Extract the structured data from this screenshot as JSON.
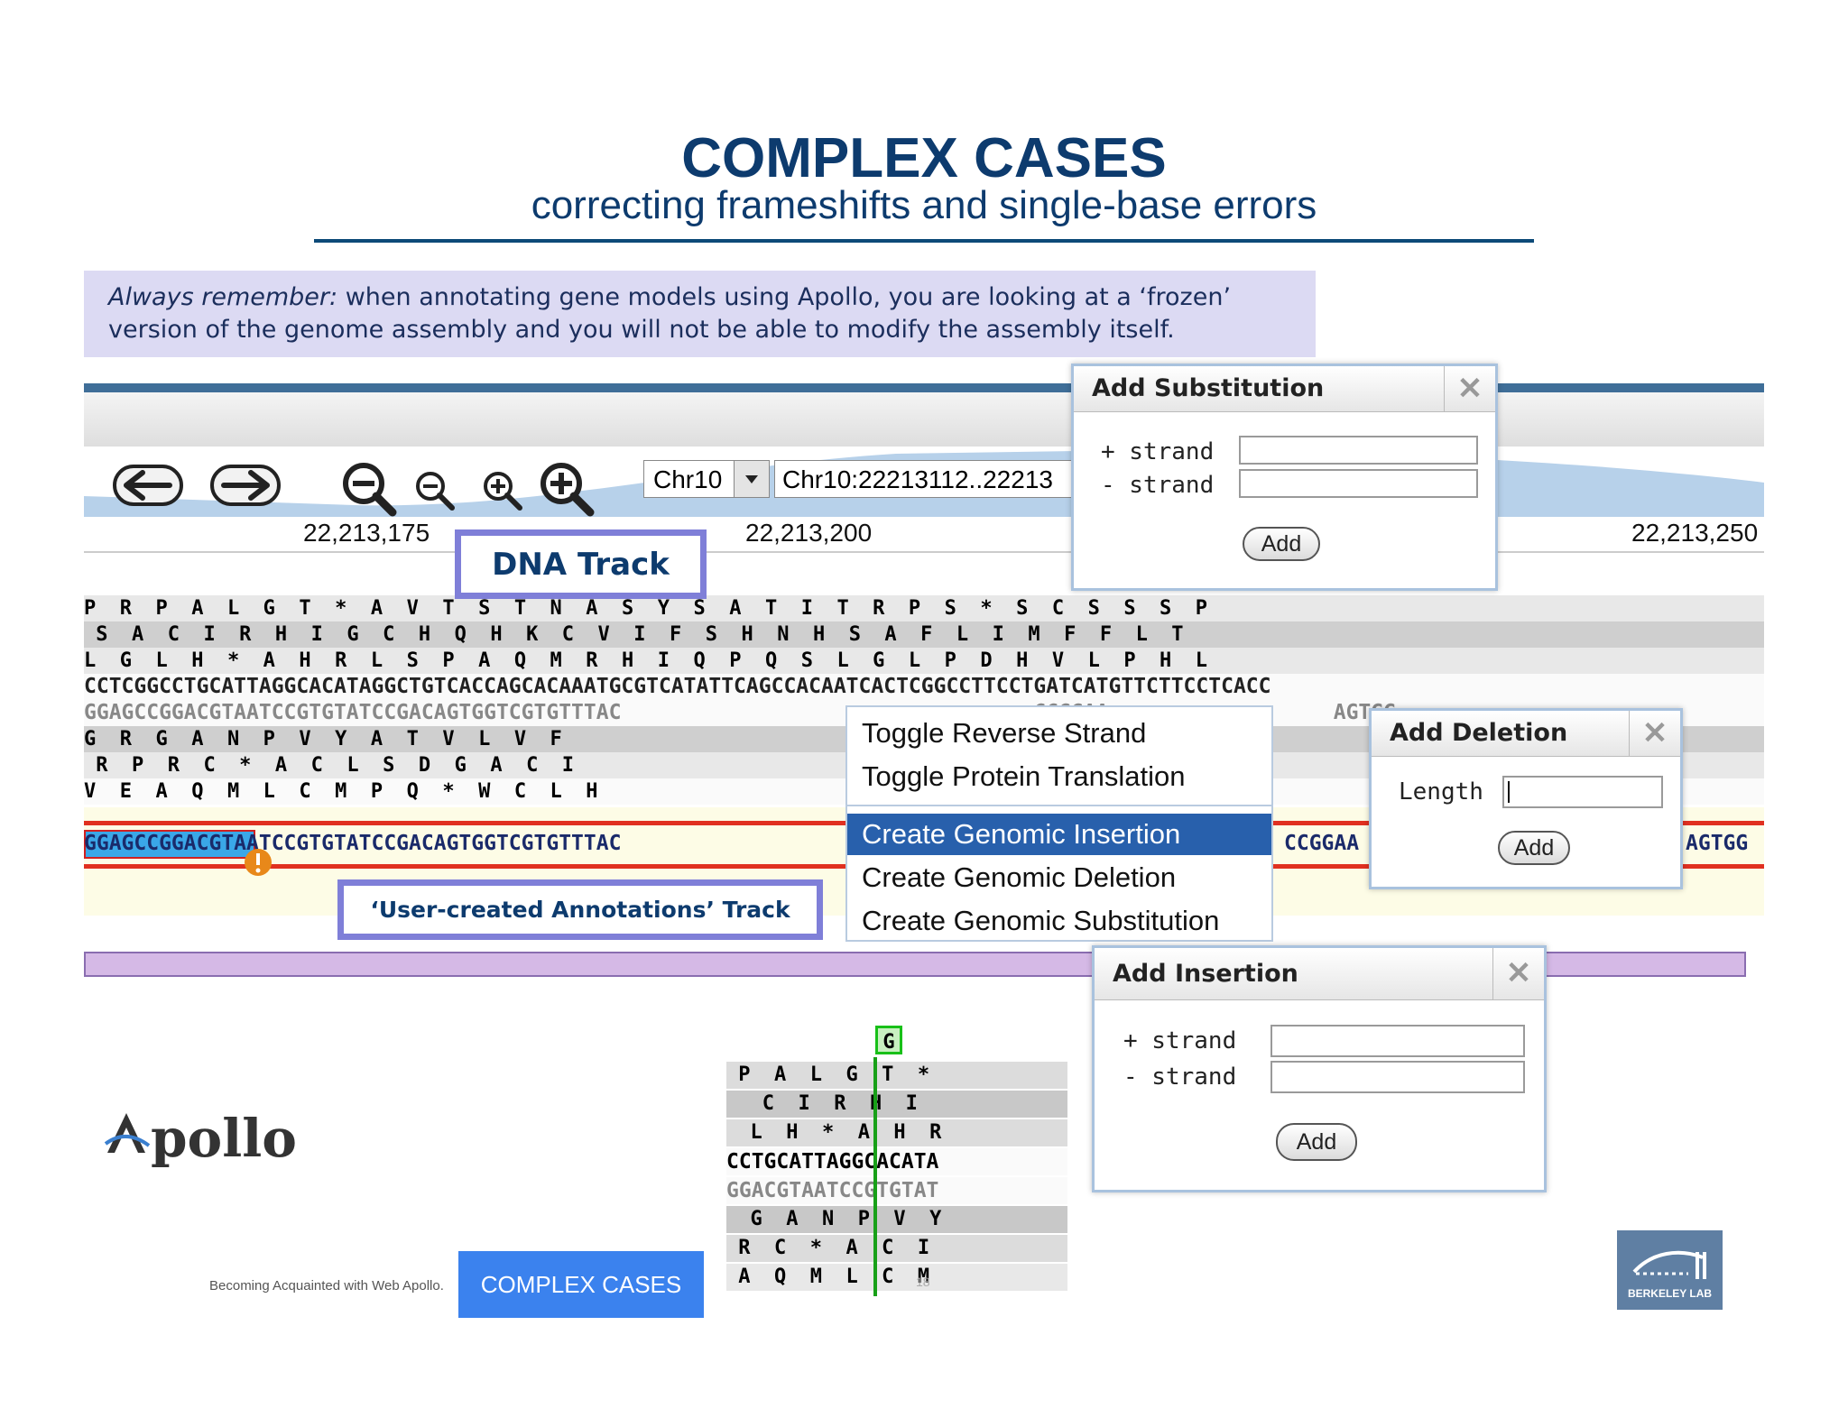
{
  "slide": {
    "title": "COMPLEX CASES",
    "subtitle": "correcting frameshifts and single-base errors",
    "note_em": "Always remember:",
    "note_text": " when annotating gene models using Apollo, you are looking at a ‘frozen’ version of the genome assembly and you will not be able to modify the assembly itself.",
    "footer_left": "Becoming Acquainted with Web Apollo.",
    "footer_button": "COMPLEX CASES",
    "logo_text": "pollo",
    "berkeley": "BERKELEY LAB",
    "page_number": "18"
  },
  "browser": {
    "chrom": "Chr10",
    "location": "Chr10:22213112..22213",
    "ruler": [
      "22,213,175",
      "22,213,200",
      "22,213,250"
    ],
    "frames_top": [
      "P  R  P  A  L  G  T  *  A  V  T  S  T  N  A  S  Y  S  A  T  I  T  R  P  S  *  S  C  S  S  S  P",
      " S  A  C  I  R  H  I  G  C  H  Q  H  K  C  V  I  F  S  H  N  H  S  A  F  L  I  M  F  F  L  T ",
      "L  G  L  H  *  A  H  R  L  S  P  A  Q  M  R  H  I  Q  P  Q  S  L  G  L  P  D  H  V  L  P  H  L"
    ],
    "dna_forward": "CCTCGGCCTGCATTAGGCACATAGGCTGTCACCAGCACAAATGCGTCATATTCAGCCACAATCACTCGGCCTTCCTGATCATGTTCTTCCTCACC",
    "dna_reverse": "GGAGCCGGACGTAATCCGTGTATCCGACAGTGGTCGTGTTTAC                                 CCGGAA                  AGTGG",
    "frames_bottom": [
      "G  R  G  A  N  P  V  Y  A  T  V  L  V  F                          R  G                       E  G",
      " R  P  R  C  *  A  C  L  S  D  G  A  C  I                          P  R                       * ",
      "V  E  A  Q  M  L  C  M  P  Q  *  W  C  L  H                          A  I                      R  V"
    ],
    "user_track_seq": "GGAGCCGGACGTAATCCGTGTATCCGACAGTGGTCGTGTTTAC",
    "user_track_seq_right1": "CCGGAA",
    "user_track_seq_right2": "AGTGG"
  },
  "callouts": {
    "dna_track": "DNA Track",
    "user_track": "‘User-created Annotations’ Track"
  },
  "context_menu": {
    "items": [
      "Toggle Reverse Strand",
      "Toggle Protein Translation",
      "Create Genomic Insertion",
      "Create Genomic Deletion",
      "Create Genomic Substitution"
    ],
    "selected_index": 2
  },
  "dialogs": {
    "substitution": {
      "title": "Add Substitution",
      "plus": "+ strand",
      "minus": "- strand",
      "button": "Add"
    },
    "deletion": {
      "title": "Add Deletion",
      "length_label": "Length",
      "button": "Add"
    },
    "insertion": {
      "title": "Add Insertion",
      "plus": "+ strand",
      "minus": "- strand",
      "button": "Add"
    }
  },
  "inset": {
    "marker": "G",
    "rows": [
      " P  A  L  G  T  *",
      "   C  I  R  H  I  ",
      "  L  H  *  A  H  R",
      "CCTGCATTAGGCACATA",
      "GGACGTAATCCGTGTAT",
      "  G  A  N  P  V  Y",
      " R  C  *  A  C  I",
      " A  Q  M  L  C  M"
    ]
  },
  "colors": {
    "title": "#0d3b6e",
    "note_bg": "#dcdaf3",
    "callout_border": "#7f7fd8",
    "menu_selected": "#2860ac",
    "footer_button": "#3b82ee",
    "track_red": "#e03020"
  }
}
